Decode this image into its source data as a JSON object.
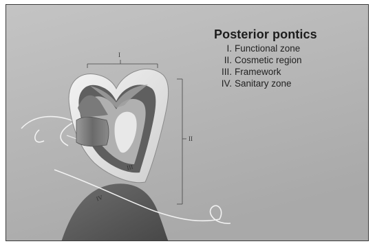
{
  "legend": {
    "title": "Posterior pontics",
    "items": [
      {
        "numeral": "I.",
        "label": "Functional zone"
      },
      {
        "numeral": "II.",
        "label": "Cosmetic region"
      },
      {
        "numeral": "III.",
        "label": "Framework"
      },
      {
        "numeral": "IV.",
        "label": "Sanitary zone"
      }
    ]
  },
  "figure": {
    "labels": {
      "functional": "I",
      "cosmetic": "II",
      "framework": "III",
      "sanitary": "IV"
    }
  },
  "colors": {
    "background": "#b9b9b9",
    "porcelain": "#e4e4e4",
    "metal_dark": "#6c6c6c",
    "gingiva": "#5b5b5b",
    "text": "#1c1c1c"
  }
}
